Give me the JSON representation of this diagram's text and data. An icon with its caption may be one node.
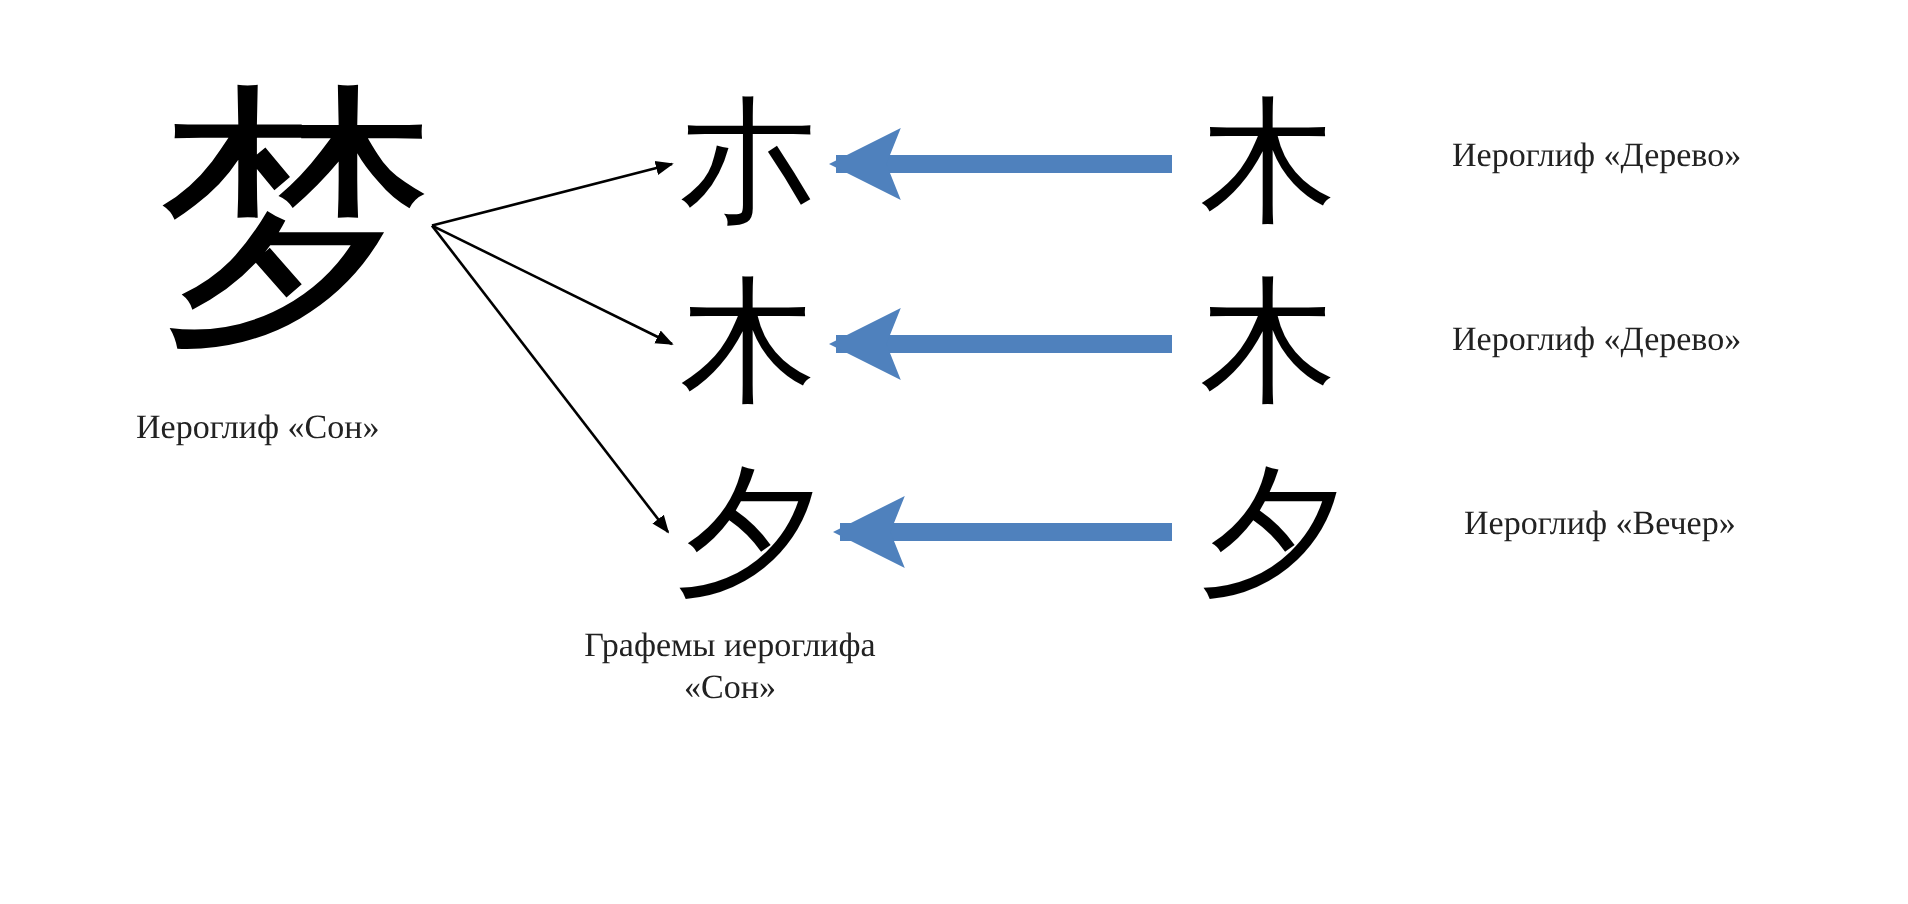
{
  "diagram": {
    "nodes": [
      {
        "text": [
          "梦"
        ],
        "beside": [
          "Иероглиф «Сон»"
        ]
      },
      {
        "text": [
          "朩"
        ]
      },
      {
        "text": [
          "木"
        ]
      },
      {
        "text": [
          "夕"
        ]
      },
      {
        "text": [
          "木"
        ],
        "beside": [
          "Иероглиф «Дерево»"
        ]
      },
      {
        "text": [
          "木"
        ],
        "beside": [
          "Иероглиф «Дерево»"
        ]
      },
      {
        "text": [
          "夕"
        ],
        "beside": [
          "Иероглиф «Вечер»"
        ]
      }
    ],
    "edges": [
      {
        "from": 0,
        "to": 1,
        "arrow": "to"
      },
      {
        "from": 0,
        "to": 2,
        "arrow": "to"
      },
      {
        "from": 0,
        "to": 3,
        "arrow": "to"
      },
      {
        "from": 4,
        "to": 1,
        "arrow": "to",
        "style": "thick",
        "color": "#4f81bd"
      },
      {
        "from": 5,
        "to": 2,
        "arrow": "to",
        "style": "thick",
        "color": "#4f81bd"
      },
      {
        "from": 6,
        "to": 3,
        "arrow": "to",
        "style": "thick",
        "color": "#4f81bd"
      }
    ],
    "labels": [
      "Графемы иероглифа «Сон»"
    ]
  }
}
